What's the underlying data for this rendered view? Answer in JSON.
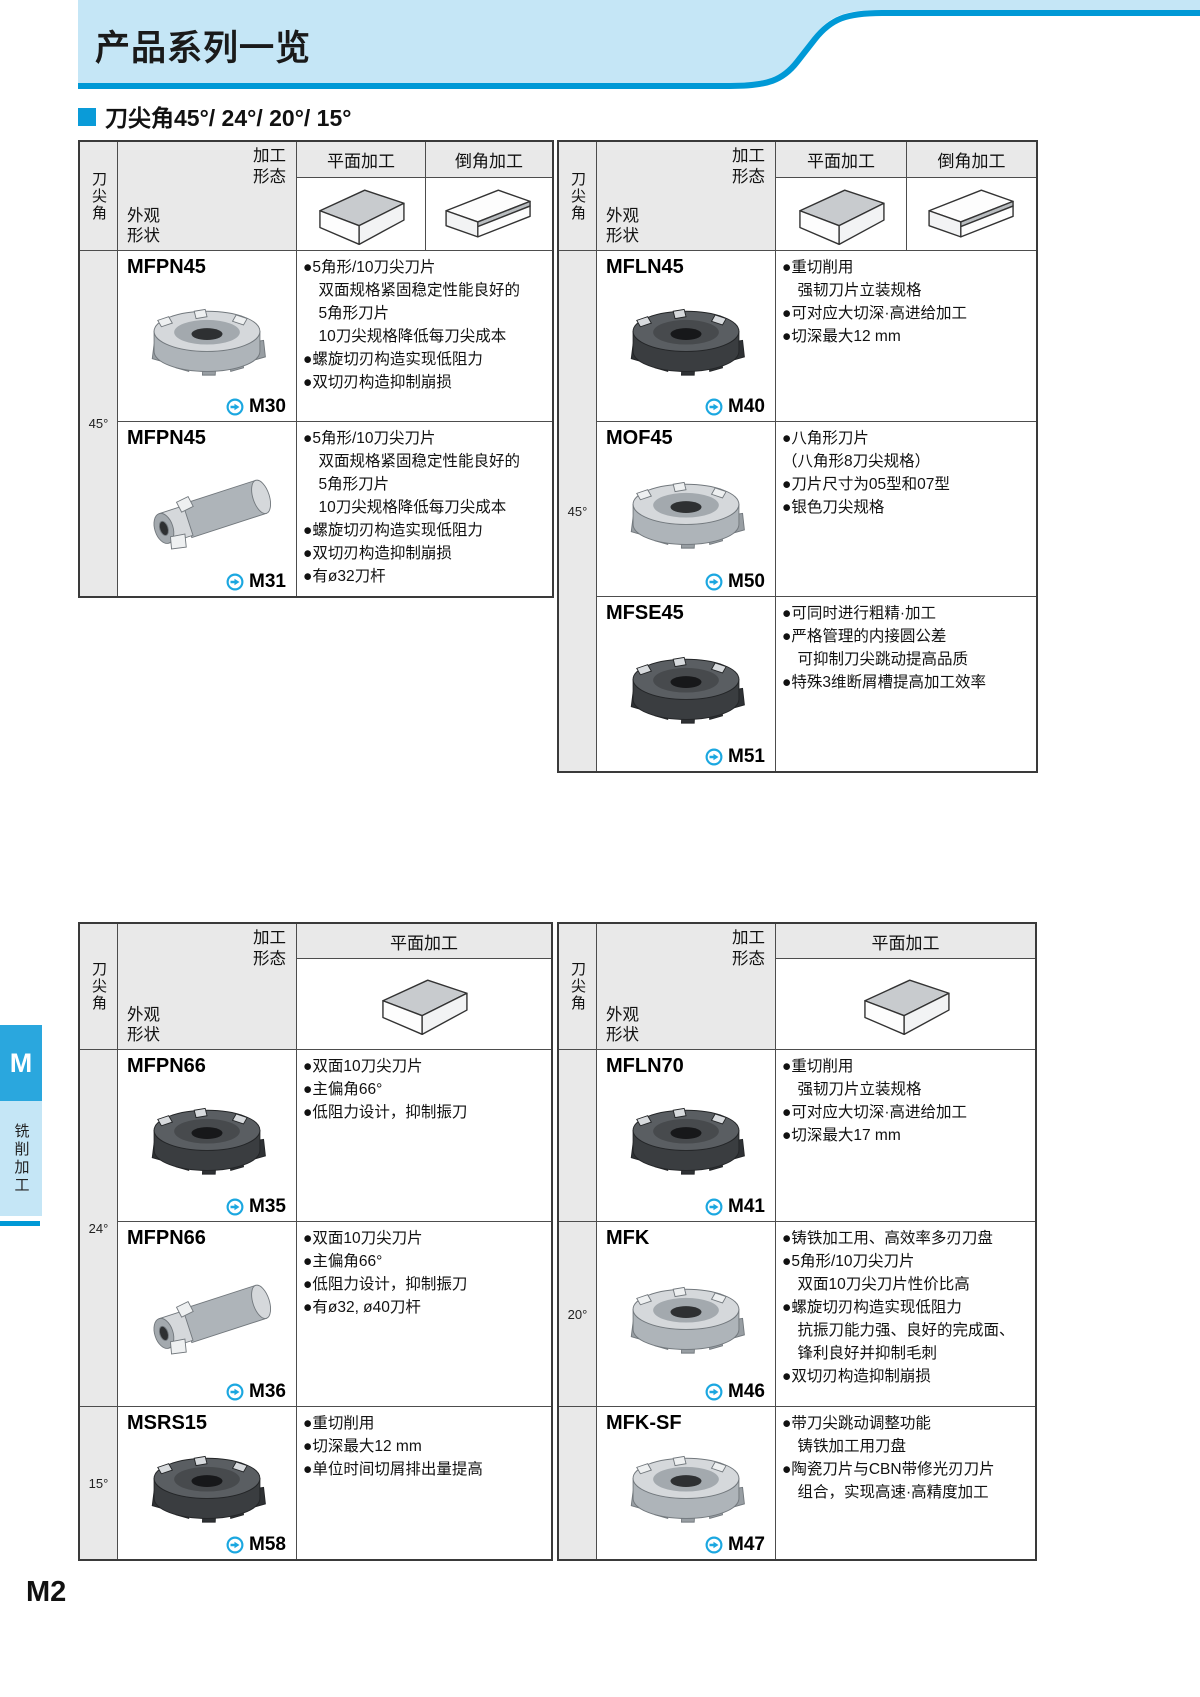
{
  "header": {
    "title": "产品系列一览"
  },
  "section": {
    "title": "刀尖角45°/ 24°/ 20°/ 15°"
  },
  "sidebar": {
    "tab_letter": "M",
    "category_label": "铣削加工"
  },
  "footer": {
    "page_number": "M2"
  },
  "table_labels": {
    "machining_form": "加工\n形态",
    "appearance": "外观\n形状",
    "tip_angle": "刀尖角",
    "face_milling": "平面加工",
    "chamfer_milling": "倒角加工"
  },
  "colors": {
    "accent": "#0099d6",
    "band": "#c5e6f6",
    "tab_blue": "#2aa7de",
    "header_gray": "#e9e9e9"
  },
  "tables": {
    "top_left": {
      "angle": "45°",
      "products": [
        {
          "name": "MFPN45",
          "code": "M30",
          "photo": "disc-light",
          "desc": "●5角形/10刀尖刀片\n　双面规格紧固稳定性能良好的\n　5角形刀片\n　10刀尖规格降低每刀尖成本\n●螺旋切刃构造实现低阻力\n●双切刃构造抑制崩损"
        },
        {
          "name": "MFPN45",
          "code": "M31",
          "photo": "shank-light",
          "desc": "●5角形/10刀尖刀片\n　双面规格紧固稳定性能良好的\n　5角形刀片\n　10刀尖规格降低每刀尖成本\n●螺旋切刃构造实现低阻力\n●双切刃构造抑制崩损\n●有ø32刀杆"
        }
      ]
    },
    "top_right": {
      "angle": "45°",
      "products": [
        {
          "name": "MFLN45",
          "code": "M40",
          "photo": "disc-dark",
          "desc": "●重切削用\n　强韧刀片立装规格\n●可对应大切深·高进给加工\n●切深最大12 mm"
        },
        {
          "name": "MOF45",
          "code": "M50",
          "photo": "disc-light",
          "desc": "●八角形刀片\n（八角形8刀尖规格）\n●刀片尺寸为05型和07型\n●银色刀尖规格"
        },
        {
          "name": "MFSE45",
          "code": "M51",
          "photo": "disc-dark",
          "desc": "●可同时进行粗精·加工\n●严格管理的内接圆公差\n　可抑制刀尖跳动提高品质\n●特殊3维断屑槽提高加工效率"
        }
      ]
    },
    "bottom_left": {
      "angles": {
        "first": "24°",
        "second": "15°"
      },
      "products": [
        {
          "name": "MFPN66",
          "code": "M35",
          "photo": "disc-dark",
          "desc": "●双面10刀尖刀片\n●主偏角66°\n●低阻力设计，抑制振刀"
        },
        {
          "name": "MFPN66",
          "code": "M36",
          "photo": "shank-light",
          "desc": "●双面10刀尖刀片\n●主偏角66°\n●低阻力设计，抑制振刀\n●有ø32, ø40刀杆"
        },
        {
          "name": "MSRS15",
          "code": "M58",
          "photo": "disc-dark",
          "desc": "●重切削用\n●切深最大12 mm\n●单位时间切屑排出量提高"
        }
      ]
    },
    "bottom_right": {
      "angles": {
        "second": "20°"
      },
      "products": [
        {
          "name": "MFLN70",
          "code": "M41",
          "photo": "disc-dark",
          "desc": "●重切削用\n　强韧刀片立装规格\n●可对应大切深·高进给加工\n●切深最大17 mm"
        },
        {
          "name": "MFK",
          "code": "M46",
          "photo": "disc-light",
          "desc": "●铸铁加工用、高效率多刃刀盘\n●5角形/10刀尖刀片\n　双面10刀尖刀片性价比高\n●螺旋切刃构造实现低阻力\n　抗振刀能力强、良好的完成面、\n　锋利良好并抑制毛刺\n●双切刃构造抑制崩损"
        },
        {
          "name": "MFK-SF",
          "code": "M47",
          "photo": "disc-light",
          "desc": "●带刀尖跳动调整功能\n　铸铁加工用刀盘\n●陶瓷刀片与CBN带修光刃刀片\n　组合，实现高速·高精度加工"
        }
      ]
    }
  }
}
